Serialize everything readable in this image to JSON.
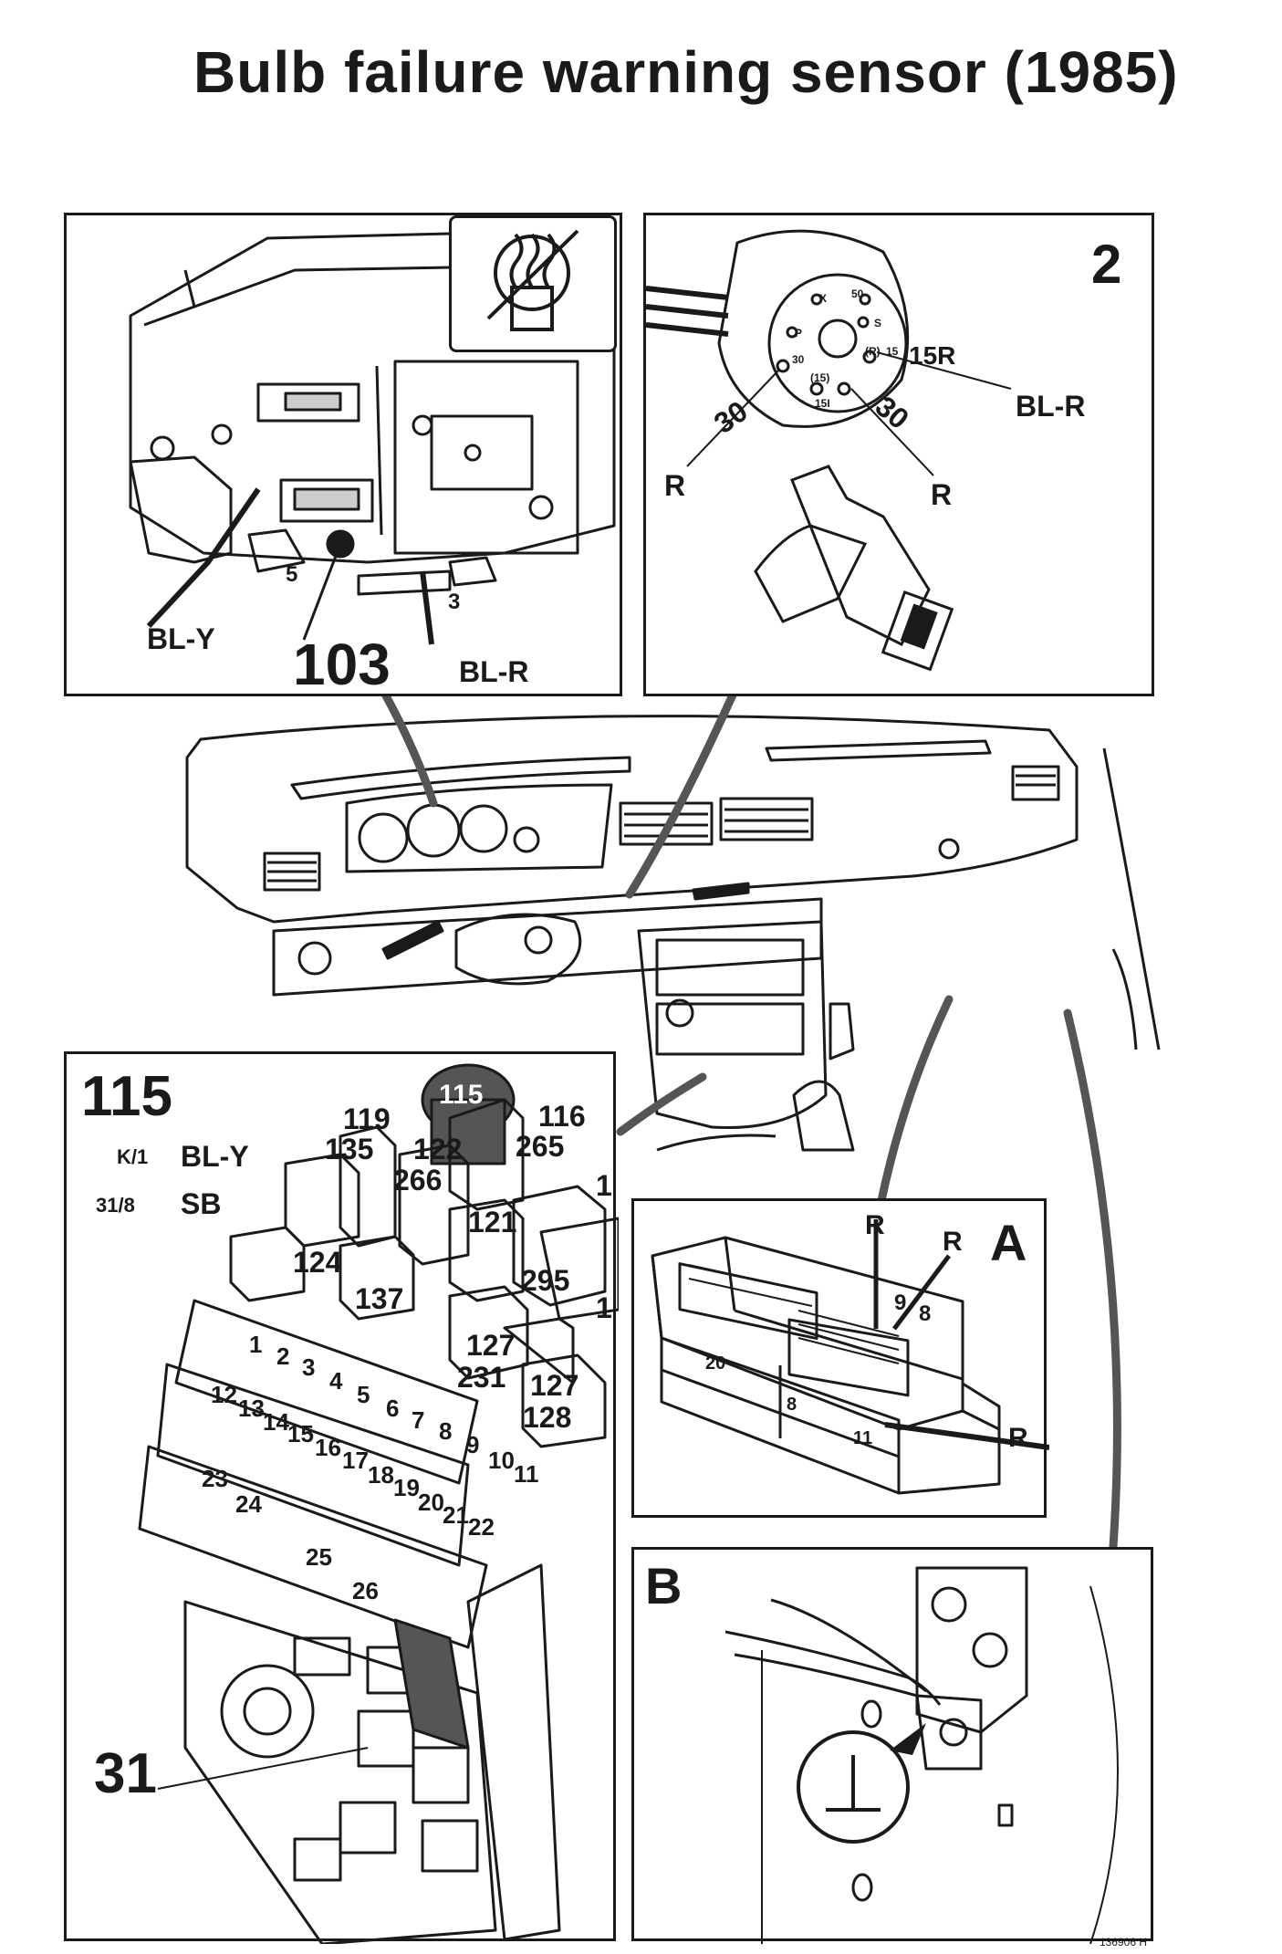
{
  "title": "Bulb failure warning sensor (1985)",
  "colors": {
    "ink": "#1a1a1a",
    "paper": "#ffffff",
    "shade": "#555555",
    "fill": "#e8e8e8"
  },
  "panel1": {
    "wire1": "BL-Y",
    "pin1": "5",
    "part": "103",
    "pin2": "3",
    "wire2": "BL-R",
    "icon": "no-heat-warning-icon"
  },
  "panel2": {
    "number": "2",
    "term_15r": "15R",
    "wire": "BL-R",
    "r1": "R",
    "r2": "R",
    "t30a": "30",
    "t30b": "30",
    "pins": [
      "X",
      "50",
      "P",
      "S",
      "15",
      "(15)",
      "30",
      "15I",
      "(R)"
    ]
  },
  "relays": {
    "big_label": "115",
    "line1_code": "K/1",
    "line1_wire": "BL-Y",
    "line2_code": "31/8",
    "line2_wire": "SB",
    "main_relay": "115",
    "r119": "119",
    "r135": "135",
    "r122": "122",
    "r266": "266",
    "r116": "116",
    "r265": "265",
    "r1a": "1",
    "r121": "121",
    "r124": "124",
    "r137": "137",
    "r295": "295",
    "r1b": "1",
    "r127a": "127",
    "r231": "231",
    "r127b": "127",
    "r128": "128",
    "ground": "31"
  },
  "fuses": [
    "1",
    "2",
    "3",
    "4",
    "5",
    "6",
    "7",
    "8",
    "9",
    "10",
    "11",
    "12",
    "13",
    "14",
    "15",
    "16",
    "17",
    "18",
    "19",
    "20",
    "21",
    "22",
    "23",
    "24",
    "25",
    "26"
  ],
  "panelA": {
    "letter": "A",
    "wire_r1": "R",
    "wire_r2": "R",
    "wire_r3": "R",
    "pin9": "9",
    "pin8": "8",
    "block20": "20",
    "block8": "8",
    "block11": "11"
  },
  "panelB": {
    "letter": "B",
    "icon": "ground-symbol-icon"
  },
  "footer_code": "136906 H"
}
